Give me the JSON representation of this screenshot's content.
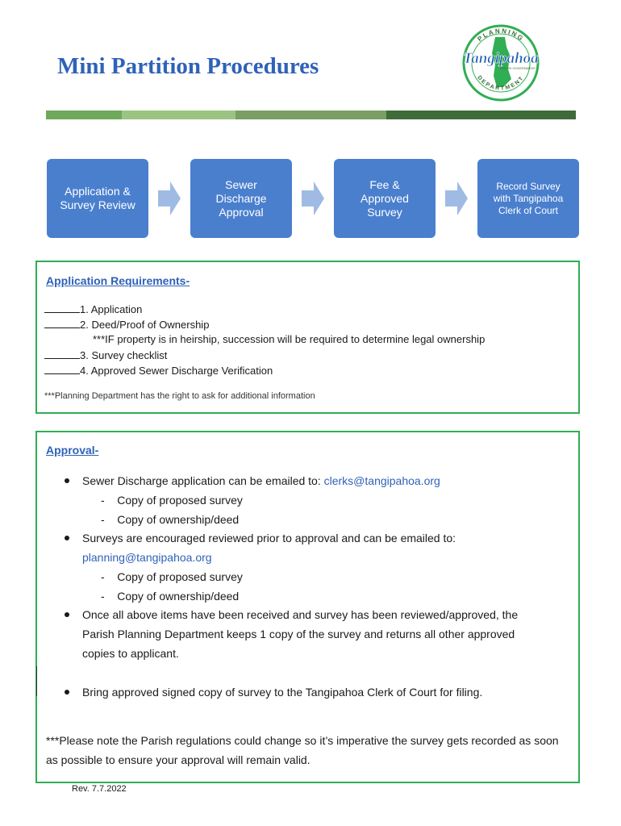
{
  "header": {
    "title": "Mini Partition Procedures",
    "logo": {
      "top_text": "PLANNING",
      "name": "Tangipahoa",
      "sub": "PARISH GOVERNMENT",
      "bottom_text": "DEPARTMENT"
    }
  },
  "colors": {
    "accent": "#2f62b8",
    "step_fill": "#4a7fce",
    "border_green": "#2fae53",
    "bar": [
      "#6faa5c",
      "#9bc482",
      "#7a9e63",
      "#3f6b3a"
    ]
  },
  "steps": [
    "Application & Survey Review",
    "Sewer Discharge Approval",
    "Fee & Approved Survey",
    "Record Survey with Tangipahoa Clerk of Court"
  ],
  "requirements": {
    "title": "Application Requirements-",
    "items": [
      "1. Application",
      "2. Deed/Proof of Ownership",
      "***IF property is in heirship, succession will be required to determine legal ownership",
      "3. Survey checklist",
      "4. Approved Sewer Discharge Verification"
    ],
    "note": "***Planning Department has the right to ask for additional information"
  },
  "approval": {
    "title": "Approval-",
    "b1_text": "Sewer Discharge application can be emailed to: ",
    "b1_email": "clerks@tangipahoa.org",
    "b1_sub1": "Copy of proposed survey",
    "b1_sub2": "Copy of ownership/deed",
    "b2_text": "Surveys are encouraged reviewed prior to approval and can be emailed to:",
    "b2_email": "planning@tangipahoa.org",
    "b2_sub1": "Copy of proposed survey",
    "b2_sub2": "Copy of ownership/deed",
    "b3_line1": "Once all above items have been received and survey has been reviewed/approved, the",
    "b3_line2": "Parish Planning Department keeps 1 copy of the survey and returns all other approved",
    "b3_line3": "copies to applicant.",
    "b4_text": "Bring approved signed copy of survey to the Tangipahoa Clerk of Court for filing.",
    "note": "***Please note the Parish regulations could change so it’s imperative the survey gets recorded as soon as possible to ensure your approval will remain valid."
  },
  "footer": {
    "revision": "Rev. 7.7.2022"
  }
}
